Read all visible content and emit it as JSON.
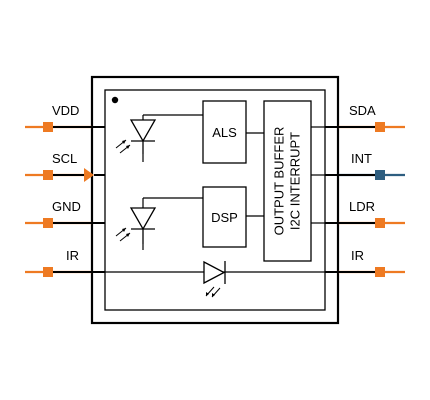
{
  "chip": {
    "blocks": {
      "als": "ALS",
      "dsp": "DSP",
      "output_buffer_line1": "OUTPUT BUFFER",
      "output_buffer_line2": "I2C INTERRUPT"
    }
  },
  "pins_left": [
    {
      "label": "VDD",
      "color": "#ee7a22"
    },
    {
      "label": "SCL",
      "color": "#ee7a22"
    },
    {
      "label": "GND",
      "color": "#ee7a22"
    },
    {
      "label": "IR",
      "color": "#ee7a22"
    }
  ],
  "pins_right": [
    {
      "label": "SDA",
      "color": "#ee7a22"
    },
    {
      "label": "INT",
      "color": "#2e5e80"
    },
    {
      "label": "LDR",
      "color": "#ee7a22"
    },
    {
      "label": "IR",
      "color": "#ee7a22"
    }
  ],
  "icons": {
    "photodiode": "photodiode-icon",
    "led": "led-icon",
    "pin1_marker": "pin1-dot-icon",
    "input_arrow": "input-arrow-icon"
  }
}
